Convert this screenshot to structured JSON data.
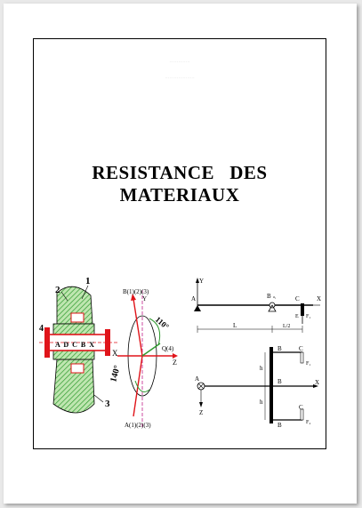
{
  "document": {
    "faint_line_1": "..............",
    "faint_line_2": "....................",
    "title_line_1": "RESISTANCE   DES",
    "title_line_2": "MATERIAUX"
  },
  "figure_left": {
    "label_2": "2",
    "label_1": "1",
    "label_4": "4",
    "label_3": "3",
    "letters": "A  D  C  B  X",
    "axis_x": "X"
  },
  "figure_middle": {
    "label_top": "B(1)(2)(3)",
    "label_y": "Y",
    "angle_1": "110°",
    "angle_2": "140°",
    "label_q": "Q(4)",
    "label_z": "Z",
    "label_bottom": "A(1)(2)(3)"
  },
  "figure_beam": {
    "label_y": "Y",
    "label_a": "A",
    "label_b": "B",
    "label_b_sub": "a₁",
    "label_c": "C",
    "label_x": "X",
    "label_e": "E",
    "label_f": "F₁",
    "dim_l": "L",
    "dim_l2": "L/2"
  },
  "figure_frame": {
    "label_a": "A",
    "label_z": "Z",
    "label_x": "X",
    "label_b_top": "B",
    "label_c_top": "C",
    "label_f_top": "F₁",
    "label_b_mid": "B",
    "label_h_top": "h",
    "label_h_bot": "h",
    "label_b_bot": "B",
    "label_c_bot": "C",
    "label_f_bot": "F₂"
  },
  "colors": {
    "frame": "#000000",
    "hatch_green": "#2e9a2e",
    "part_red": "#e0141a",
    "axis_magenta": "#c0208a",
    "dim_blue": "#3a3aa0"
  }
}
